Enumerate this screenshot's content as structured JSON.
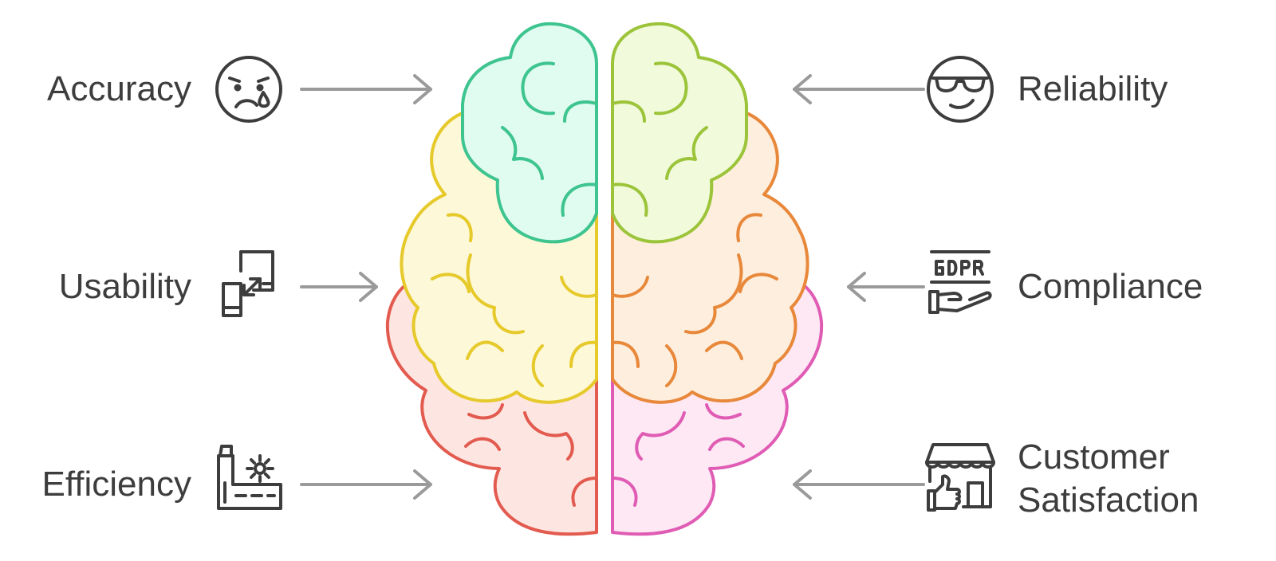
{
  "items": {
    "accuracy": {
      "label": "Accuracy",
      "icon": "sad-tear-face-icon",
      "color": "#3dc48f"
    },
    "usability": {
      "label": "Usability",
      "icon": "resize-devices-icon",
      "color": "#e6c92a"
    },
    "efficiency": {
      "label": "Efficiency",
      "icon": "factory-gear-icon",
      "color": "#e35a4f"
    },
    "reliability": {
      "label": "Reliability",
      "icon": "cool-sunglasses-face-icon",
      "color": "#9cc43a"
    },
    "compliance": {
      "label": "Compliance",
      "icon": "gdpr-hand-icon",
      "color": "#e8883a"
    },
    "customer_satisfaction": {
      "label_line1": "Customer",
      "label_line2": "Satisfaction",
      "icon": "storefront-thumbs-up-icon",
      "color": "#e05cb4"
    }
  },
  "colors": {
    "text": "#3d3d3d",
    "arrow": "#9a9a9a",
    "icon_stroke": "#3d3d3d"
  }
}
